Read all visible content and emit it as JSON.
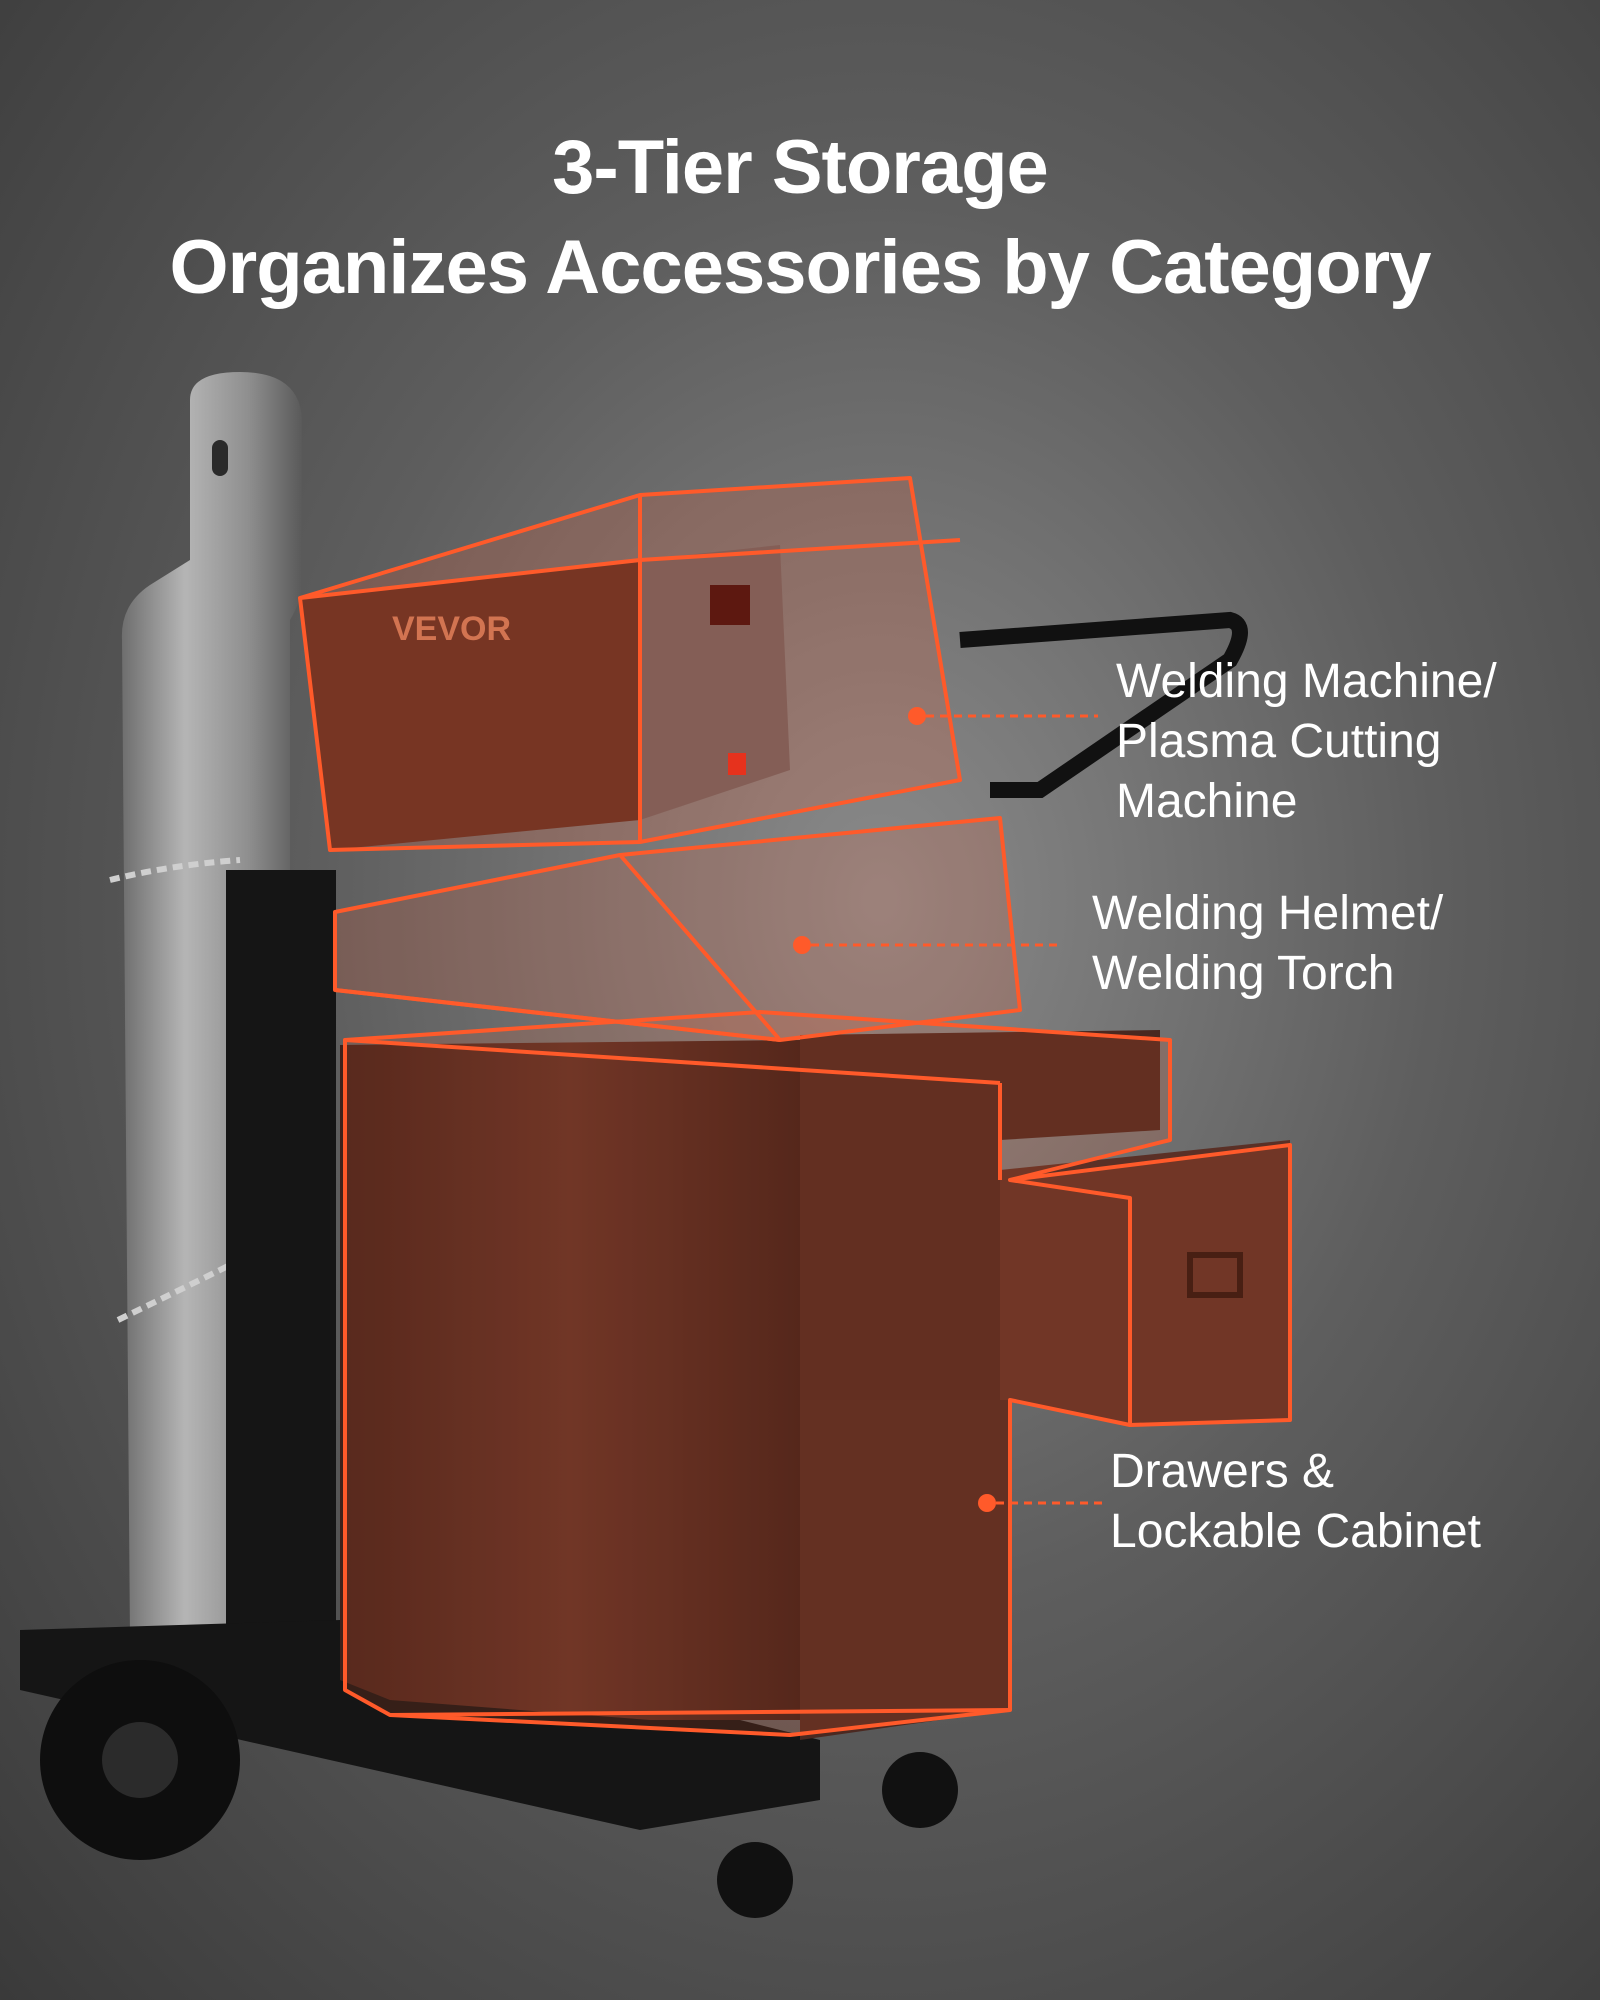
{
  "title": {
    "line1": "3-Tier Storage",
    "line2": "Organizes Accessories by Category"
  },
  "callouts": {
    "tier1": {
      "line1": "Welding Machine/",
      "line2": "Plasma Cutting",
      "line3": "Machine"
    },
    "tier2": {
      "line1": "Welding Helmet/",
      "line2": "Welding Torch"
    },
    "tier3": {
      "line1": "Drawers &",
      "line2": "Lockable Cabinet"
    }
  },
  "brand": {
    "machine_logo": "VEVOR"
  },
  "colors": {
    "highlight": "#ff5a2a",
    "overlay_fill": "#7a2a18",
    "cart_body": "#4a2a22",
    "frame": "#151515",
    "cylinder": "#9a9a9a",
    "text": "#ffffff"
  }
}
